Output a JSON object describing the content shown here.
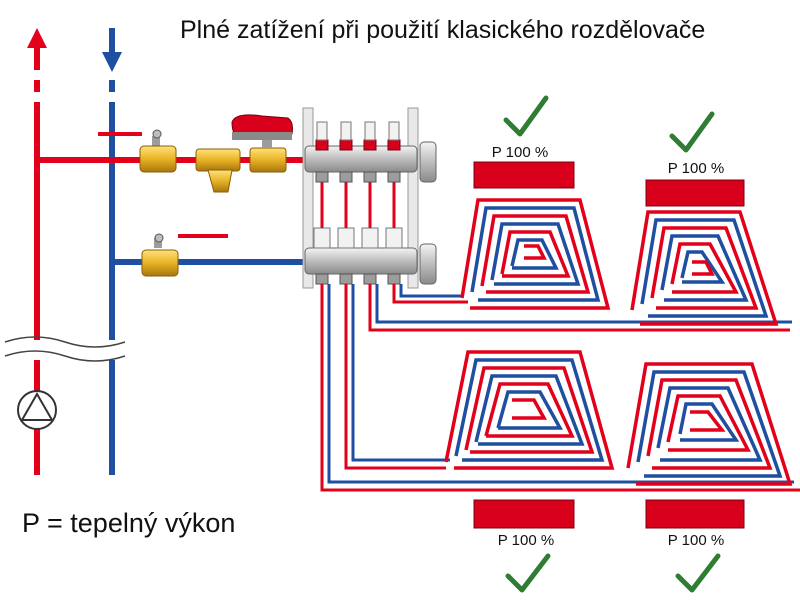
{
  "title": "Plné zatížení při použití klasického rozdělovače",
  "legend": "P = tepelný výkon",
  "circuits": [
    {
      "id": "top-left",
      "power_label": "P 100 %",
      "status": "ok"
    },
    {
      "id": "top-right",
      "power_label": "P 100 %",
      "status": "ok"
    },
    {
      "id": "bottom-left",
      "power_label": "P 100 %",
      "status": "ok"
    },
    {
      "id": "bottom-right",
      "power_label": "P 100 %",
      "status": "ok"
    }
  ],
  "colors": {
    "supply": "#e2001a",
    "return": "#1f4fa0",
    "power_bar": "#d9001b",
    "check": "#2e7d32",
    "valve_brass": "#e8b324"
  },
  "icons": [
    "arrow-up-icon",
    "arrow-down-icon",
    "pump-icon",
    "check-icon",
    "ball-valve-icon",
    "strainer-icon",
    "actuator-icon"
  ]
}
